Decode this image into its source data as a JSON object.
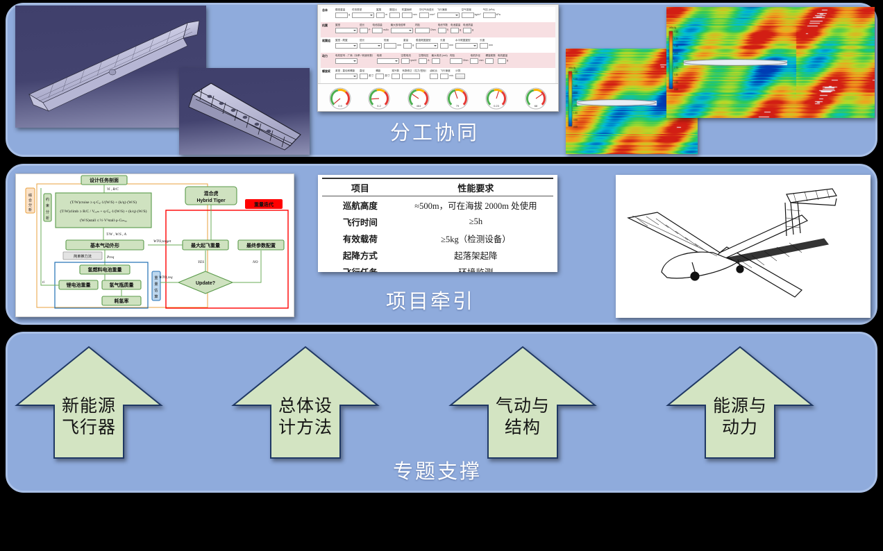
{
  "panels": [
    {
      "id": "top",
      "caption": "分工协同"
    },
    {
      "id": "mid",
      "caption": "项目牵引"
    },
    {
      "id": "bot",
      "caption": "专题支撑"
    }
  ],
  "colors": {
    "page_background": "#000000",
    "panel_fill": "#8fabdc",
    "panel_border": "#a8bfe6",
    "arrow_fill": "#d3e4c2",
    "arrow_border": "#1f3864",
    "caption_text": "#ffffff",
    "cad_background": "#3f3f6b",
    "flow_box_fill": "#cfe2c0",
    "flow_box_border": "#5a9a4a",
    "flow_accent_red": "#ff0000",
    "flow_accent_orange": "#e8a03c",
    "flow_accent_blue": "#1f6fb4",
    "form_tint": "#f7dfe2"
  },
  "top_panel": {
    "cad_models": [
      {
        "name": "wing-surface-model",
        "caption": ""
      },
      {
        "name": "wing-internal-structure-model",
        "caption": ""
      }
    ],
    "software": {
      "title": "",
      "rows": [
        {
          "label": "总体",
          "tint": false,
          "fields": [
            {
              "caption": "模型重量",
              "value": "356.0",
              "unit": "g",
              "type": "input"
            },
            {
              "caption": "任务类型",
              "value": "载重飞行",
              "type": "select"
            },
            {
              "caption": "翼展",
              "value": "2",
              "unit": "m",
              "type": "input"
            },
            {
              "caption": "展弦比",
              "value": "20.4",
              "type": "text"
            },
            {
              "caption": "机翼面积",
              "value": "70.0",
              "unit": "mm",
              "type": "input"
            },
            {
              "caption": "平均气动弦长",
              "value": "3000",
              "unit": "mm²",
              "type": "input"
            },
            {
              "caption": "飞行速度",
              "value": "低速",
              "type": "select"
            },
            {
              "caption": "空气密度",
              "value": "1.225",
              "unit": "kg/m³",
              "type": "input"
            },
            {
              "caption": "气压 (hPa)",
              "value": "101.3",
              "unit": "kPa",
              "type": "input"
            }
          ]
        },
        {
          "label": "机翼",
          "tint": true,
          "fields": [
            {
              "caption": "翼型",
              "value": "选择",
              "type": "select"
            },
            {
              "caption": "弦长",
              "value": "1",
              "unit": "P",
              "type": "input"
            },
            {
              "caption": "电池容量",
              "value": "2200",
              "unit": "mAh",
              "type": "input"
            },
            {
              "caption": "最大放电倍率",
              "value": "80%",
              "type": "select"
            },
            {
              "caption": "内阻",
              "value": "0.0050",
              "unit": "Ohm",
              "type": "input"
            },
            {
              "caption": "电池节数",
              "value": "12",
              "unit": "S",
              "type": "input"
            },
            {
              "caption": "电池重量",
              "value": "30",
              "unit": "g",
              "type": "input"
            },
            {
              "caption": "电池质量",
              "value": "95",
              "unit": "g",
              "type": "input"
            }
          ]
        },
        {
          "label": "尾翼组",
          "tint": false,
          "fields": [
            {
              "caption": "翼型 - 尾翼",
              "value": "naca 0A",
              "type": "select"
            },
            {
              "caption": "弦长",
              "value": "平尾",
              "type": "select"
            },
            {
              "caption": "舵面",
              "value": "10.00",
              "unit": "mm",
              "type": "input"
            },
            {
              "caption": "重量",
              "value": "7.0",
              "unit": "g",
              "type": "input"
            },
            {
              "caption": "垂直尾翼翼型",
              "value": "NACA 0012 Panel",
              "type": "select"
            },
            {
              "caption": "长度",
              "value": "0",
              "unit": "mm",
              "type": "input"
            },
            {
              "caption": "水平尾翼翼型",
              "value": "NACA 0012 Panel",
              "type": "select"
            },
            {
              "caption": "长度",
              "value": "0",
              "unit": "mm",
              "type": "input"
            }
          ]
        },
        {
          "label": "动力",
          "tint": true,
          "fields": [
            {
              "caption": "电机型号 - 厂商（功率 / 转速系数）",
              "value": "SunnySky",
              "type": "select"
            },
            {
              "caption": "电调",
              "value": "X2216 KV900",
              "type": "select"
            },
            {
              "caption": "空载电流",
              "value": "930",
              "unit": "rpm/V",
              "type": "input"
            },
            {
              "caption": "空载电压",
              "value": "0.4",
              "unit": "A",
              "type": "input"
            },
            {
              "caption": "最大电流 (mA)",
              "value": "800",
              "type": "input"
            },
            {
              "caption": "内阻",
              "value": "0.045",
              "unit": "Ohm",
              "type": "input"
            },
            {
              "caption": "电机外径",
              "value": "27",
              "unit": "mm",
              "type": "input"
            },
            {
              "caption": "螺旋桨数",
              "value": "42",
              "type": "input"
            },
            {
              "caption": "电机重量",
              "value": "370",
              "unit": "g",
              "type": "input"
            }
          ]
        },
        {
          "label": "螺旋桨",
          "tint": false,
          "fields": [
            {
              "caption": "桨型 - 直径和螺距",
              "value": "APC 9x6 Electric",
              "type": "select"
            },
            {
              "caption": "直径",
              "value": "10",
              "unit": "英寸",
              "type": "input"
            },
            {
              "caption": "螺距",
              "value": "6",
              "unit": "英寸",
              "type": "input"
            },
            {
              "caption": "桨叶数",
              "value": "2",
              "type": "input"
            },
            {
              "caption": "系数修正（拉力/扭矩）",
              "value": "1.00 / 1.00",
              "type": "input"
            },
            {
              "caption": "齿轮比",
              "value": "1",
              "type": "input"
            },
            {
              "caption": "飞行速度",
              "value": "0",
              "unit": "m/s",
              "type": "input"
            },
            {
              "caption": "计算",
              "value": "计算",
              "type": "button"
            }
          ]
        }
      ],
      "gauges": [
        {
          "label": "升阻比",
          "value": "0.9"
        },
        {
          "label": "推重比（悬停）",
          "value": "5.2"
        },
        {
          "label": "输入功率",
          "value": "464"
        },
        {
          "label": "转速预测",
          "value": "79"
        },
        {
          "label": "推重比",
          "value": "0.23"
        },
        {
          "label": "续航时间",
          "value": "68"
        }
      ]
    },
    "cfd_plots": [
      {
        "name": "cfd-fuselage-velocity-contour",
        "legend_title": "velocity"
      },
      {
        "name": "cfd-wake-velocity-contour",
        "legend_title": "velocity"
      }
    ]
  },
  "mid_panel": {
    "flowchart": {
      "title": "",
      "nodes": {
        "mission_profile": "设计任务剖面",
        "constraint_eq_1": "(T/W)cruise ≥ q·CD0·1/(W/S) + (k/q)·(W/S)",
        "constraint_eq_2": "(T/W)climb ≥ R/C / VRoC + q·CD0·1/(W/S) + (k/q)·(W/S)",
        "constraint_eq_3": "(W/S)stall ≤ ½·V²stall·ρ·CLmax",
        "basic_aero_shape": "基本气动外形",
        "simple_thrust_method": "简单推力法",
        "fuel_cell_weight": "氢燃料电池重量",
        "li_battery_weight": "锂电池重量",
        "h2_tank_mass": "氢气瓶质量",
        "h2_consumption_rate": "耗氢率",
        "hybrid_tiger_cn": "混合虎",
        "hybrid_tiger_en": "Hybrid Tiger",
        "max_takeoff_weight": "最大起飞重量",
        "final_parameter_config": "最终参数配置",
        "update_decision": "Update?"
      },
      "group_labels": {
        "integrated_analysis": "综合分析",
        "constraint_analysis": "约束分析",
        "weight_estimation": "重量估算",
        "weight_iteration": "重量迭代"
      },
      "edge_labels": {
        "e1": "Vi , R/C",
        "e2": "T/W , W/S , A",
        "e3": "Preq",
        "e4": "ti",
        "e5": "WTO,target",
        "e6": "WTO,req",
        "yes": "YES",
        "no": "NO"
      }
    },
    "requirements_table": {
      "headers": [
        "项目",
        "性能要求"
      ],
      "rows": [
        {
          "item": "巡航高度",
          "value": "≈500m，可在海拔 2000m 处使用"
        },
        {
          "item": "飞行时间",
          "value": "≥5h"
        },
        {
          "item": "有效载荷",
          "value": "≥5kg（检测设备）"
        },
        {
          "item": "起降方式",
          "value": "起落架起降"
        },
        {
          "item": "飞行任务",
          "value": "环境监测"
        }
      ]
    },
    "uav_drawing": {
      "name": "uav-three-quarter-line-drawing"
    }
  },
  "bot_panel": {
    "arrows": [
      {
        "line1": "新能源",
        "line2": "飞行器"
      },
      {
        "line1": "总体设",
        "line2": "计方法"
      },
      {
        "line1": "气动与",
        "line2": "结构"
      },
      {
        "line1": "能源与",
        "line2": "动力"
      }
    ]
  }
}
